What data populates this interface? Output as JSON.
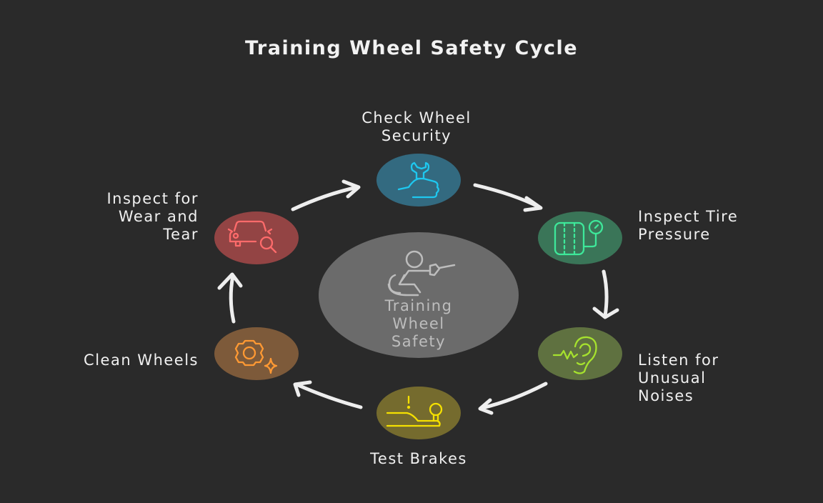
{
  "title": "Training Wheel Safety Cycle",
  "center": {
    "label_lines": [
      "Training",
      "Wheel",
      "Safety"
    ],
    "icon": "wheelchair-rider-icon",
    "fill": "#6b6b6b"
  },
  "steps": [
    {
      "label_lines": [
        "Check Wheel",
        "Security"
      ],
      "icon": "wrench-thumbs-up-icon",
      "fill": "#336a80",
      "accent": "#1ec8f0"
    },
    {
      "label_lines": [
        "Inspect Tire",
        "Pressure"
      ],
      "icon": "tire-gauge-icon",
      "fill": "#3a7558",
      "accent": "#3ee89a"
    },
    {
      "label_lines": [
        "Listen for",
        "Unusual",
        "Noises"
      ],
      "icon": "ear-sound-icon",
      "fill": "#5f7140",
      "accent": "#a6e22e"
    },
    {
      "label_lines": [
        "Test Brakes"
      ],
      "icon": "brake-lever-icon",
      "fill": "#756b2e",
      "accent": "#f5e000"
    },
    {
      "label_lines": [
        "Clean Wheels"
      ],
      "icon": "gear-sparkle-icon",
      "fill": "#7d5a3a",
      "accent": "#ff9933"
    },
    {
      "label_lines": [
        "Inspect for",
        "Wear and",
        "Tear"
      ],
      "icon": "car-magnifier-icon",
      "fill": "#934444",
      "accent": "#ff6b6b"
    }
  ]
}
